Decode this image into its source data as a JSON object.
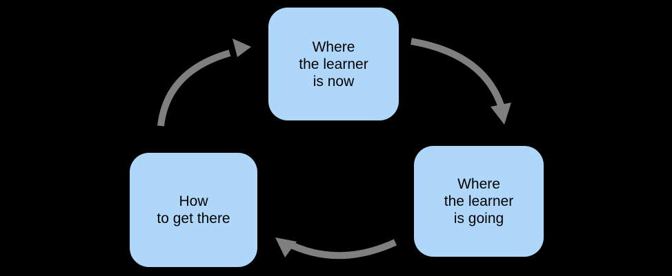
{
  "diagram": {
    "type": "cycle",
    "colors": {
      "background": "#000000",
      "node_fill": "#afd7f9",
      "node_text": "#000000",
      "arrow": "#7f7f7f"
    },
    "nodes": [
      {
        "id": "where-learner-is-now",
        "position": "top",
        "lines": [
          "Where",
          "the learner",
          "is now"
        ]
      },
      {
        "id": "where-learner-is-going",
        "position": "right",
        "lines": [
          "Where",
          "the learner",
          "is going"
        ]
      },
      {
        "id": "how-to-get-there",
        "position": "left",
        "lines": [
          "How",
          "to get there"
        ]
      }
    ],
    "arrows": [
      {
        "name": "arrow-now-to-going",
        "from": "where-learner-is-now",
        "to": "where-learner-is-going",
        "direction": "clockwise"
      },
      {
        "name": "arrow-going-to-how",
        "from": "where-learner-is-going",
        "to": "how-to-get-there",
        "direction": "clockwise"
      },
      {
        "name": "arrow-how-to-now",
        "from": "how-to-get-there",
        "to": "where-learner-is-now",
        "direction": "clockwise"
      }
    ]
  }
}
